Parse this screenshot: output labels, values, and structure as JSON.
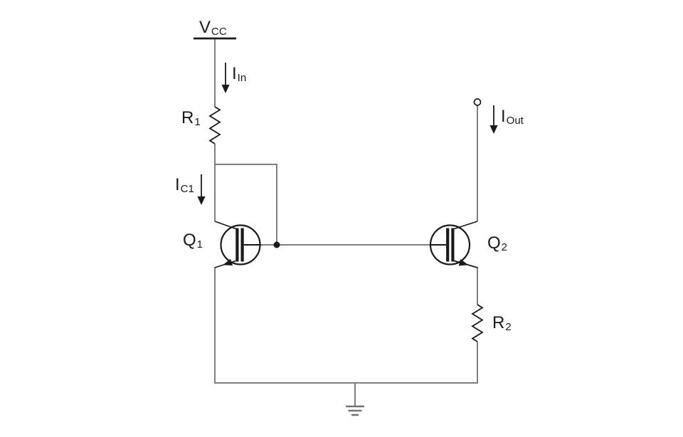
{
  "title": "Current mirror circuit schematic",
  "colors": {
    "background": "#ffffff",
    "wire": "#7f7f7f",
    "symbol": "#1a1a1a",
    "ground": "#737373",
    "text": "#1a1a1a"
  },
  "labels": {
    "vcc": {
      "main": "V",
      "sub": "CC"
    },
    "i_in": {
      "main": "I",
      "sub": "In"
    },
    "r1": {
      "main": "R",
      "sub": "1"
    },
    "i_c1": {
      "main": "I",
      "sub": "C1"
    },
    "q1": {
      "main": "Q",
      "sub": "1"
    },
    "q2": {
      "main": "Q",
      "sub": "2"
    },
    "i_out": {
      "main": "I",
      "sub": "Out"
    },
    "r2": {
      "main": "R",
      "sub": "2"
    }
  },
  "symbols": [
    "vcc-rail-icon",
    "resistor-r1-icon",
    "resistor-r2-icon",
    "transistor-q1-icon",
    "transistor-q2-icon",
    "current-arrow-in-icon",
    "current-arrow-c1-icon",
    "current-arrow-out-icon",
    "junction-dot-icon",
    "output-terminal-icon",
    "ground-icon"
  ]
}
